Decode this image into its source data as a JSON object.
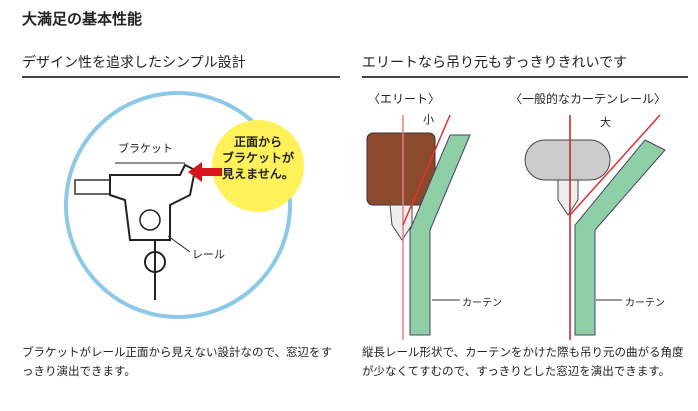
{
  "title": "大満足の基本性能",
  "left": {
    "heading": "デザイン性を追求したシンプル設計",
    "bracket_label": "ブラケット",
    "rail_label": "レール",
    "callout": [
      "正面から",
      "ブラケットが",
      "見えません。"
    ],
    "body": "ブラケットがレール正面から見えない設計なので、窓辺をすっきり演出できます。"
  },
  "right": {
    "heading": "エリートなら吊り元もすっきりきれいです",
    "elite_label": "〈エリート〉",
    "general_label": "〈一般的なカーテンレール〉",
    "small_label": "小",
    "large_label": "大",
    "curtain_label_1": "カーテン",
    "curtain_label_2": "カーテン",
    "body": "縦長レール形状で、カーテンをかけた際も吊り元の曲がる角度が少なくてすむので、すっきりとした窓辺を演出できます。"
  },
  "colors": {
    "circle": "#8cc8e8",
    "callout": "#fff15a",
    "arrow": "#d8141c",
    "bracket_elite": "#8b4a2b",
    "curtain": "#8fcfa6",
    "angle_line": "#e03030"
  }
}
